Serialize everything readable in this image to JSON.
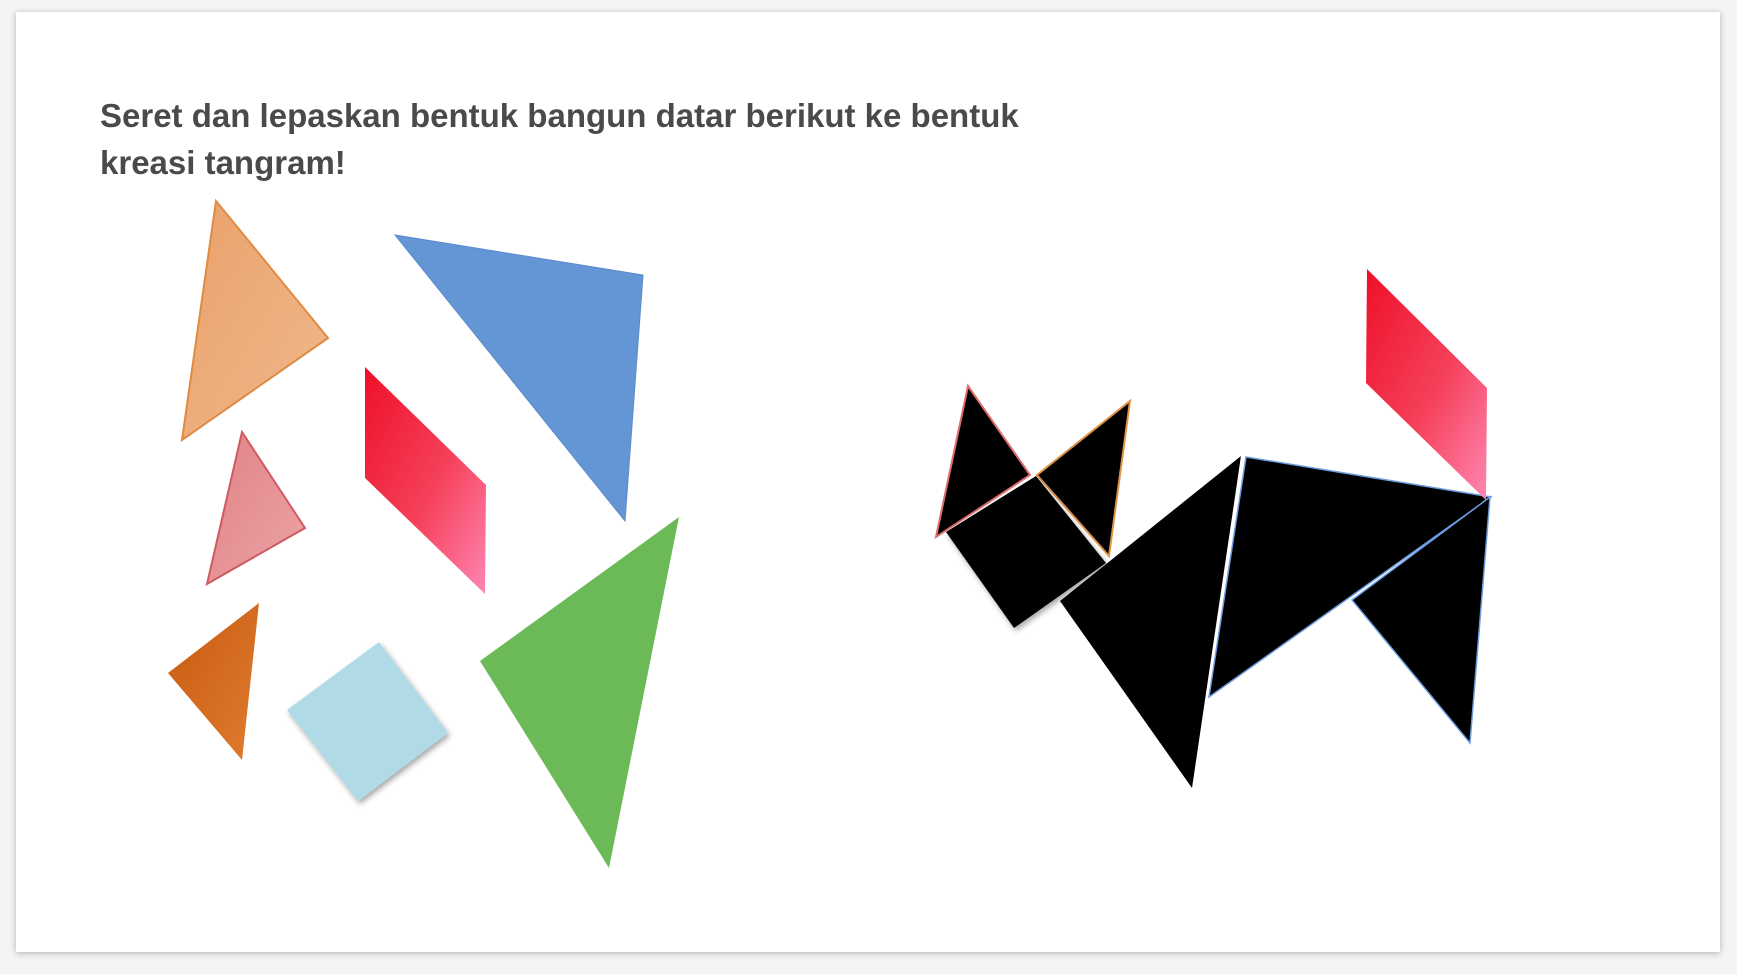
{
  "instruction": {
    "text": "Seret dan lepaskan bentuk bangun datar berikut ke bentuk kreasi tangram!"
  },
  "pieces": [
    {
      "name": "orange-medium-triangle-piece",
      "shape": "triangle",
      "color": "#eeaa74"
    },
    {
      "name": "blue-large-triangle-piece",
      "shape": "triangle",
      "color": "#6496d6"
    },
    {
      "name": "red-parallelogram-piece",
      "shape": "parallelogram",
      "color": "#f0213a"
    },
    {
      "name": "pink-small-triangle-piece",
      "shape": "triangle",
      "color": "#e69598"
    },
    {
      "name": "dark-orange-small-triangle-piece",
      "shape": "triangle",
      "color": "#d4691e"
    },
    {
      "name": "light-blue-square-piece",
      "shape": "square",
      "color": "#b0dae6"
    },
    {
      "name": "green-large-triangle-piece",
      "shape": "triangle",
      "color": "#6cb957"
    }
  ],
  "target": {
    "name": "tangram-cat-silhouette",
    "fill": "#000000",
    "placed_piece": "red-parallelogram-piece"
  }
}
